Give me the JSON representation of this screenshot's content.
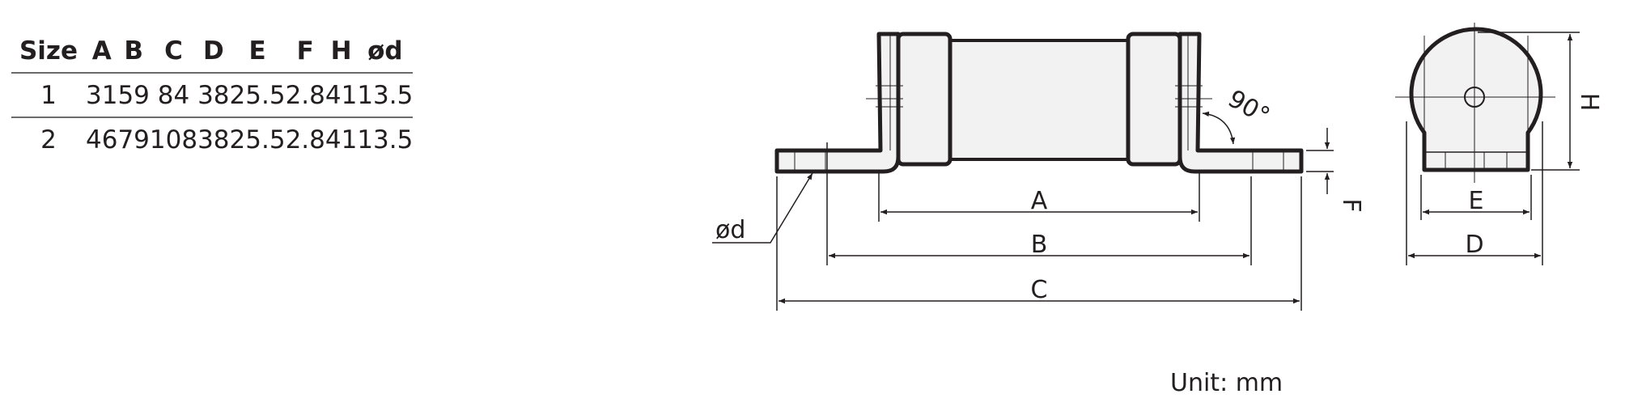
{
  "table": {
    "headers": [
      "Size",
      "A",
      "B",
      "C",
      "D",
      "E",
      "F",
      "H",
      "ød"
    ],
    "rows": [
      [
        "1",
        "31",
        "59",
        "84",
        "38",
        "25.5",
        "2.8",
        "41",
        "13.5"
      ],
      [
        "2",
        "46",
        "79",
        "108",
        "38",
        "25.5",
        "2.8",
        "41",
        "13.5"
      ]
    ]
  },
  "drawing": {
    "labels": {
      "a": "A",
      "b": "B",
      "c": "C",
      "d": "D",
      "e": "E",
      "f": "F",
      "h": "H",
      "hole": "ød",
      "angle": "90°"
    }
  },
  "unit": "Unit: mm",
  "colors": {
    "ink": "#231f20",
    "body_fill": "#f2f2f2",
    "line": "#6b6b6b"
  }
}
